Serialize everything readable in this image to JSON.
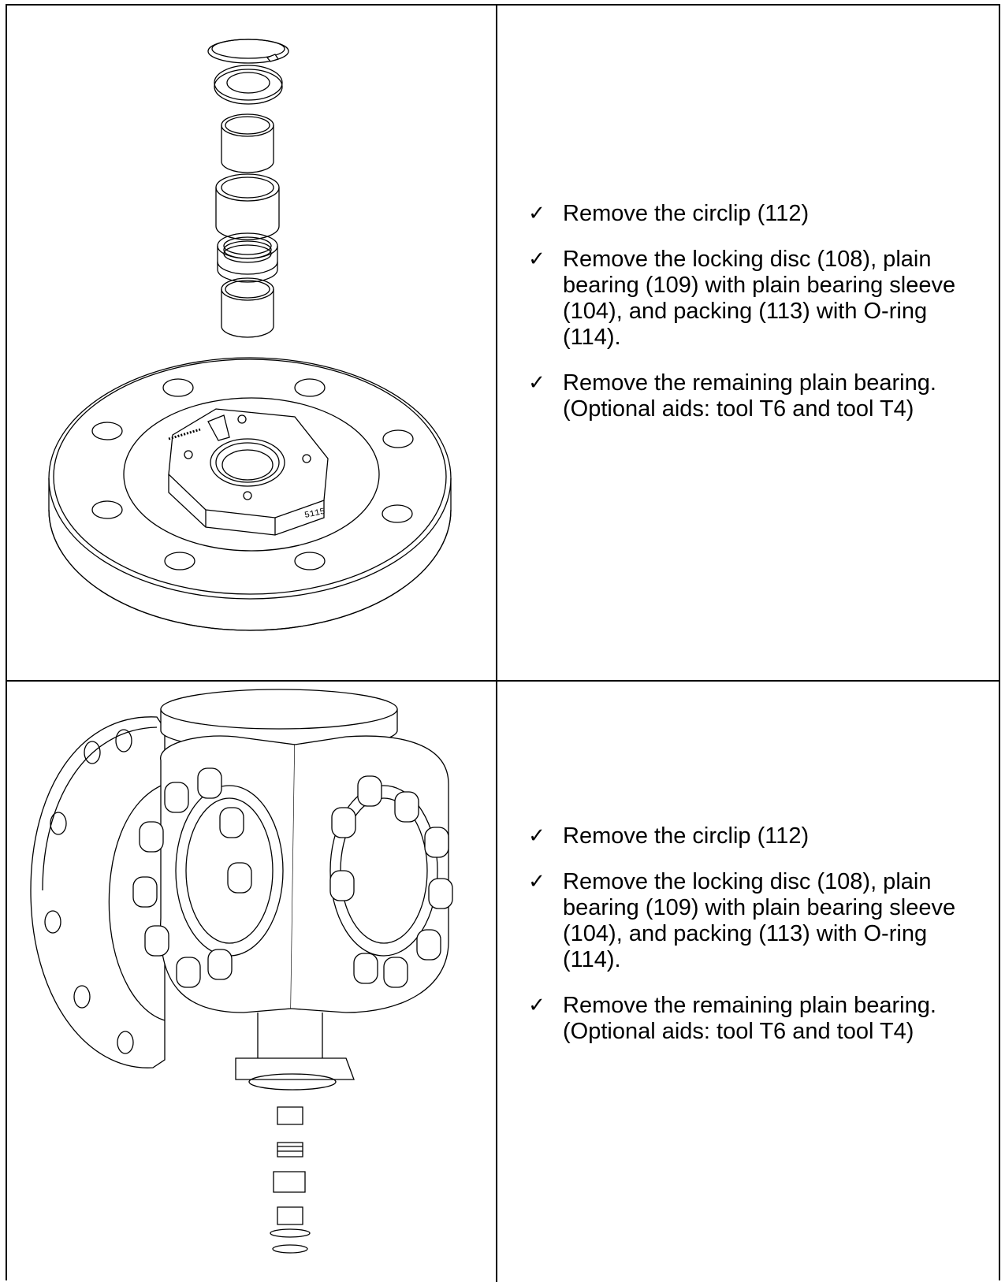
{
  "rows": [
    {
      "figure_icon": "exploded-bearing-assembly-over-flange",
      "steps": [
        {
          "text": "Remove the circlip (112)"
        },
        {
          "text": "Remove the locking disc (108), plain bearing (109) with plain bearing sleeve (104), and packing (113) with O-ring (114)."
        },
        {
          "text": "Remove the remaining plain bearing. (Optional aids: tool T6 and tool T4)"
        }
      ],
      "figure_marking": "5115"
    },
    {
      "figure_icon": "valve-body-with-exploded-bearing-stack",
      "steps": [
        {
          "text": "Remove the circlip (112)"
        },
        {
          "text": "Remove the locking disc (108), plain bearing (109) with plain bearing sleeve (104), and packing (113) with O-ring (114)."
        },
        {
          "text": "Remove the remaining plain bearing. (Optional aids: tool T6 and tool T4)"
        }
      ]
    }
  ],
  "check_glyph": "✓"
}
